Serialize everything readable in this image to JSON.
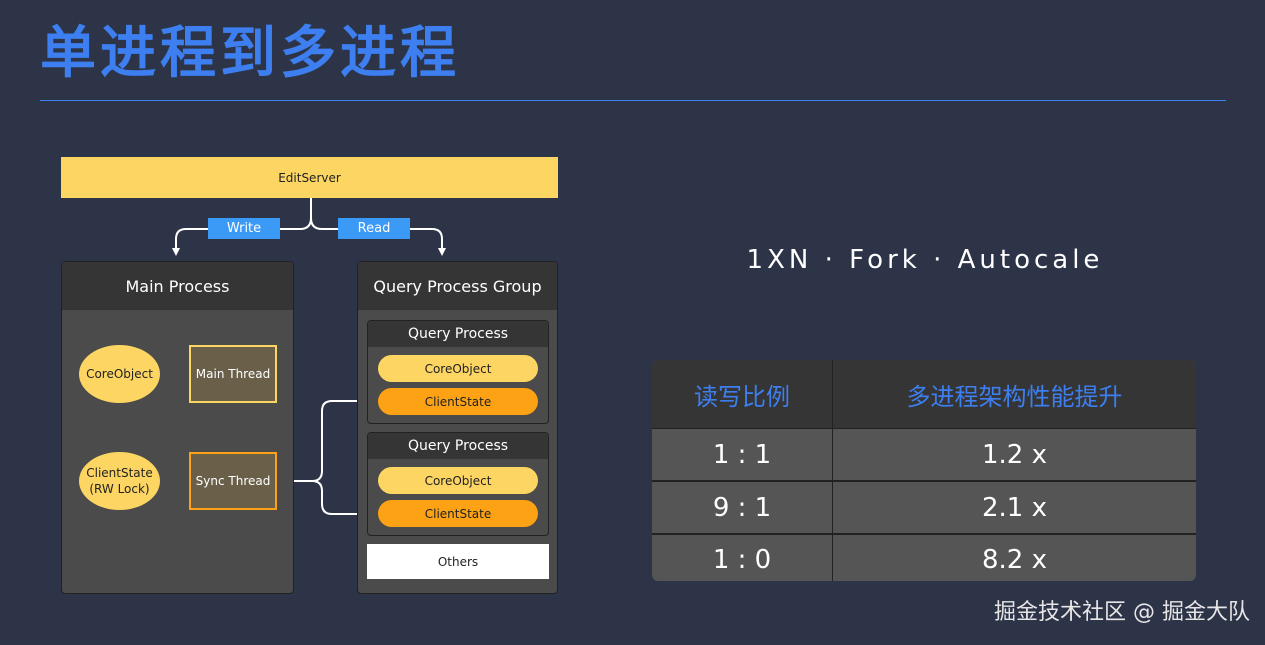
{
  "slide": {
    "title": "单进程到多进程",
    "tagline": "1XN · Fork · Autocale",
    "watermark": "掘金技术社区 @ 掘金大队"
  },
  "diagram": {
    "edit_server": "EditServer",
    "write_label": "Write",
    "read_label": "Read",
    "main_process": {
      "title": "Main Process",
      "core_object": "CoreObject",
      "main_thread": "Main Thread",
      "client_state_line1": "ClientState",
      "client_state_line2": "(RW Lock)",
      "sync_thread": "Sync Thread"
    },
    "query_group": {
      "title": "Query Process Group",
      "processes": [
        {
          "title": "Query Process",
          "core_object": "CoreObject",
          "client_state": "ClientState"
        },
        {
          "title": "Query Process",
          "core_object": "CoreObject",
          "client_state": "ClientState"
        }
      ],
      "others": "Others"
    }
  },
  "table": {
    "headers": [
      "读写比例",
      "多进程架构性能提升"
    ],
    "rows": [
      [
        "1 : 1",
        "1.2 x"
      ],
      [
        "9 : 1",
        "2.1 x"
      ],
      [
        "1 : 0",
        "8.2 x"
      ]
    ]
  },
  "colors": {
    "background": "#2d3448",
    "accent_blue": "#3d7ff0",
    "tag_blue": "#3a9af5",
    "yellow": "#fdd562",
    "orange": "#fca214"
  }
}
